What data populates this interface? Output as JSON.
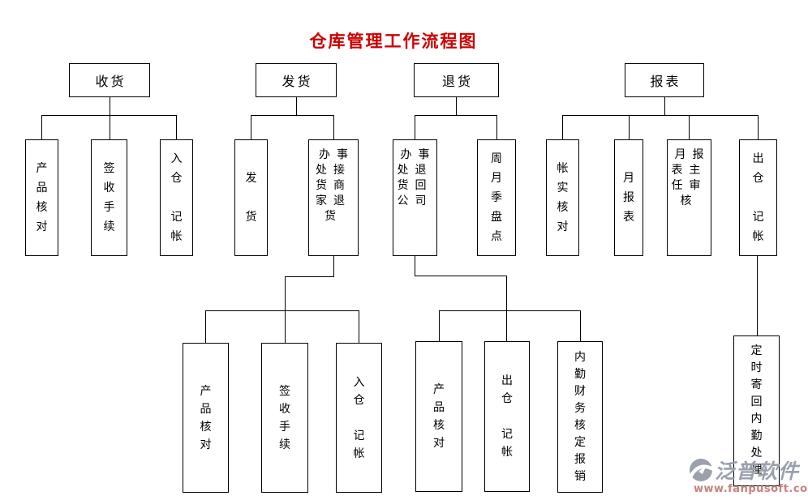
{
  "title": {
    "text": "仓库管理工作流程图",
    "color": "#cc0000"
  },
  "nodes": {
    "receiving": {
      "label": "收货"
    },
    "shipping": {
      "label": "发货"
    },
    "returns": {
      "label": "退货"
    },
    "reports": {
      "label": "报表"
    },
    "recv_product_check": {
      "label": "产\n品\n核\n对"
    },
    "recv_sign_procedure": {
      "label": "签\n收\n手\n续"
    },
    "recv_warehouse_entry": {
      "label": "入\n仓\n\n记\n帐"
    },
    "ship_dispatch": {
      "label": "发\n\n货"
    },
    "ship_office_receive": {
      "label": "办事\n处接\n货商\n家退\n货"
    },
    "ret_office_return": {
      "label": "办事\n处退\n货回\n公司"
    },
    "ret_stocktake": {
      "label": "周\n月\n季\n盘\n点"
    },
    "rep_account_check": {
      "label": "帐\n实\n核\n对"
    },
    "rep_monthly_report": {
      "label": "月\n报\n表"
    },
    "rep_director_review": {
      "label": "月报\n表主\n任审\n核"
    },
    "rep_outbound_entry": {
      "label": "出\n仓\n\n记\n帐"
    },
    "ship2_product_check": {
      "label": "产\n品\n核\n对"
    },
    "ship2_sign_procedure": {
      "label": "签\n收\n手\n续"
    },
    "ship2_warehouse_entry": {
      "label": "入\n仓\n\n记\n帐"
    },
    "ret2_product_check": {
      "label": "产\n品\n核\n对"
    },
    "ret2_outbound_entry": {
      "label": "出\n仓\n\n记\n帐"
    },
    "ret2_finance_approve": {
      "label": "内\n勤\n财\n务\n核\n定\n报\n销"
    },
    "rep2_send_back": {
      "label": "定\n时\n寄\n回\n内\n勤\n处\n理"
    }
  },
  "watermark": {
    "brand": "泛普软件",
    "url": "www.fanpusoft.com",
    "brand_color": "#9aa1ad",
    "url_color": "#c5827e"
  }
}
